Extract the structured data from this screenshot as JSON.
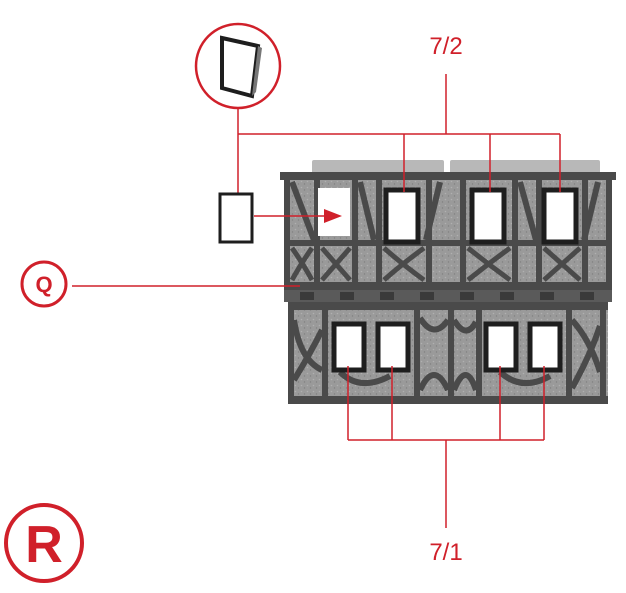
{
  "labels": {
    "part_upper": "7/2",
    "part_lower": "7/1",
    "marker_q": "Q",
    "marker_r": "R"
  },
  "colors": {
    "accent": "#d0202a",
    "wall": "#8a8a8a",
    "timber": "#4a4a4a",
    "window_glass": "#ffffff",
    "trim": "#2f2f2f"
  },
  "icons": {
    "detail": "window-pane-icon",
    "insert": "window-frame-icon",
    "arrow": "arrow-right-icon"
  }
}
